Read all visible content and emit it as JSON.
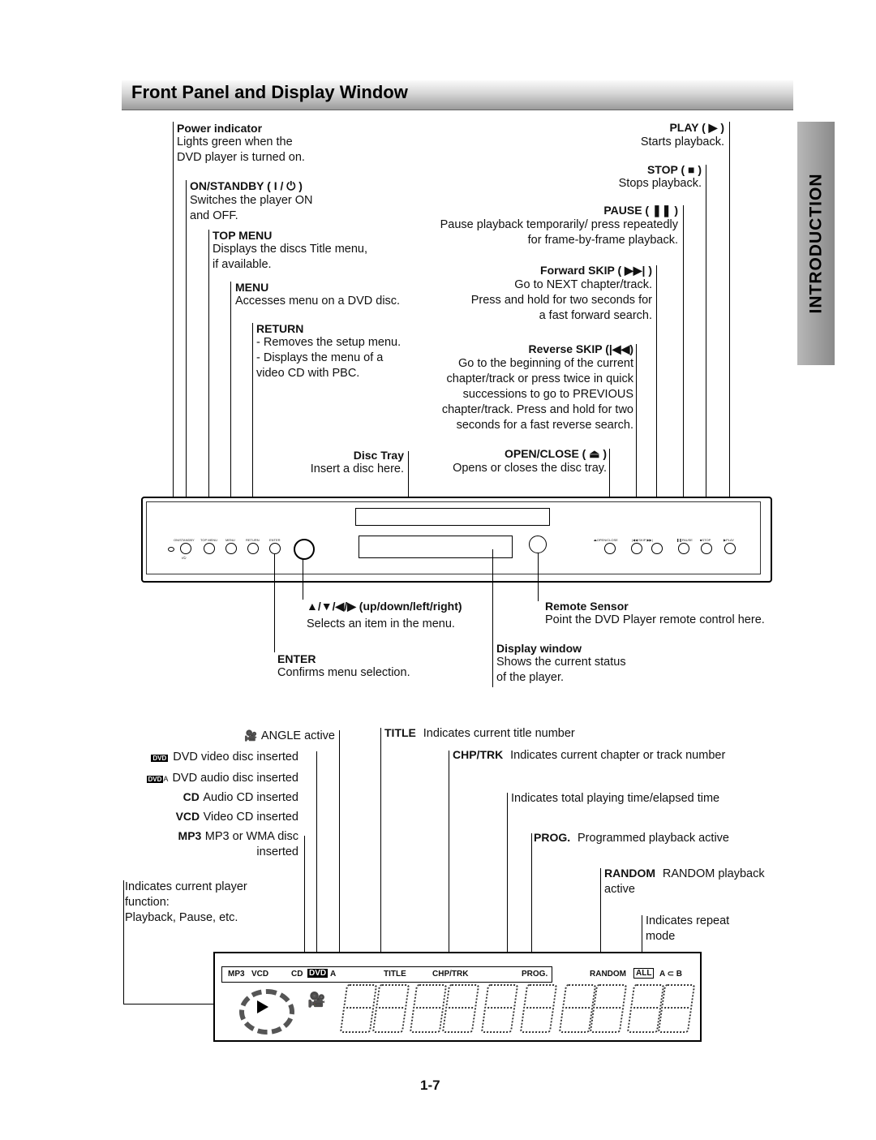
{
  "page": {
    "title": "Front Panel and Display Window",
    "side_tab": "INTRODUCTION",
    "page_number": "1-7"
  },
  "front_left": {
    "power": {
      "heading": "Power indicator",
      "lines": [
        "Lights green when the",
        "DVD player is turned on."
      ]
    },
    "standby": {
      "heading": "ON/STANDBY ( I / ⏻ )",
      "lines": [
        "Switches the player ON",
        "and OFF."
      ]
    },
    "topmenu": {
      "heading": "TOP MENU",
      "lines": [
        "Displays the discs Title menu,",
        "if available."
      ]
    },
    "menu": {
      "heading": "MENU",
      "lines": [
        "Accesses menu on a DVD disc."
      ]
    },
    "return": {
      "heading": "RETURN",
      "lines": [
        "- Removes the setup menu.",
        "- Displays the menu of a",
        "video CD with PBC."
      ]
    },
    "disctray": {
      "heading": "Disc Tray",
      "lines": [
        "Insert a disc here."
      ]
    }
  },
  "front_right": {
    "play": {
      "heading": "PLAY ( ▶ )",
      "lines": [
        "Starts playback."
      ]
    },
    "stop": {
      "heading": "STOP ( ■ )",
      "lines": [
        "Stops playback."
      ]
    },
    "pause": {
      "heading": "PAUSE ( ❚❚ )",
      "lines": [
        "Pause playback temporarily/ press repeatedly",
        "for frame-by-frame playback."
      ]
    },
    "fskip": {
      "heading": "Forward SKIP ( ▶▶| )",
      "lines": [
        "Go to NEXT chapter/track.",
        "Press and hold for two seconds for",
        "a fast forward search."
      ]
    },
    "rskip": {
      "heading": "Reverse SKIP (|◀◀)",
      "lines": [
        "Go to the beginning of the current",
        "chapter/track or press twice in quick",
        "successions to go to PREVIOUS",
        "chapter/track. Press and hold for two",
        "seconds for a fast reverse search."
      ]
    },
    "openclose": {
      "heading": "OPEN/CLOSE ( ⏏ )",
      "lines": [
        "Opens or closes the disc tray."
      ]
    }
  },
  "front_bottom": {
    "arrows": {
      "heading": "▲/▼/◀/▶ (up/down/left/right)",
      "lines": [
        "Selects an item in the menu."
      ]
    },
    "enter": {
      "heading": "ENTER",
      "lines": [
        "Confirms menu selection."
      ]
    },
    "remote": {
      "heading": "Remote Sensor",
      "lines": [
        "Point the DVD Player remote control here."
      ]
    },
    "display": {
      "heading": "Display window",
      "lines": [
        "Shows the current status",
        "of the player."
      ]
    }
  },
  "panel_labels": {
    "standby": "ON/STANDBY",
    "topmenu": "TOP MENU",
    "menu": "MENU",
    "return": "RETURN",
    "enter": "ENTER",
    "openclose": "⏏OPEN/CLOSE",
    "skip": "|◀◀  SKIP  ▶▶|",
    "pause": "❚❚PAUSE",
    "stop": "■STOP",
    "play": "▶PLAY",
    "io": "I/⏻"
  },
  "display_left": {
    "angle": "ANGLE active",
    "dvd_video": {
      "badge": "DVD",
      "text": "DVD video disc inserted"
    },
    "dvd_audio": {
      "badge": "DVD",
      "suffix": "A",
      "text": "DVD audio disc inserted"
    },
    "cd": {
      "bold": "CD",
      "text": "Audio CD inserted"
    },
    "vcd": {
      "bold": "VCD",
      "text": "Video CD inserted"
    },
    "mp3": {
      "bold": "MP3",
      "text": "MP3 or WMA disc",
      "text2": "inserted"
    },
    "function": [
      "Indicates current player",
      "function:",
      "Playback, Pause, etc."
    ]
  },
  "display_right": {
    "title": {
      "bold": "TITLE",
      "text": "Indicates current title number"
    },
    "chp": {
      "bold": "CHP/TRK",
      "text": "Indicates current chapter or track number"
    },
    "time": "Indicates total playing time/elapsed time",
    "prog": {
      "bold": "PROG.",
      "text": "Programmed playback active"
    },
    "random": {
      "bold": "RANDOM",
      "text": "RANDOM playback",
      "text2": "active"
    },
    "repeat": [
      "Indicates repeat",
      "mode"
    ]
  },
  "lcd": {
    "mp3": "MP3",
    "vcd": "VCD",
    "cd": "CD",
    "dvd": "DVD",
    "a": "A",
    "title": "TITLE",
    "chp": "CHP/TRK",
    "prog": "PROG.",
    "random": "RANDOM",
    "all": "ALL",
    "ab": "A ⊂ B"
  }
}
